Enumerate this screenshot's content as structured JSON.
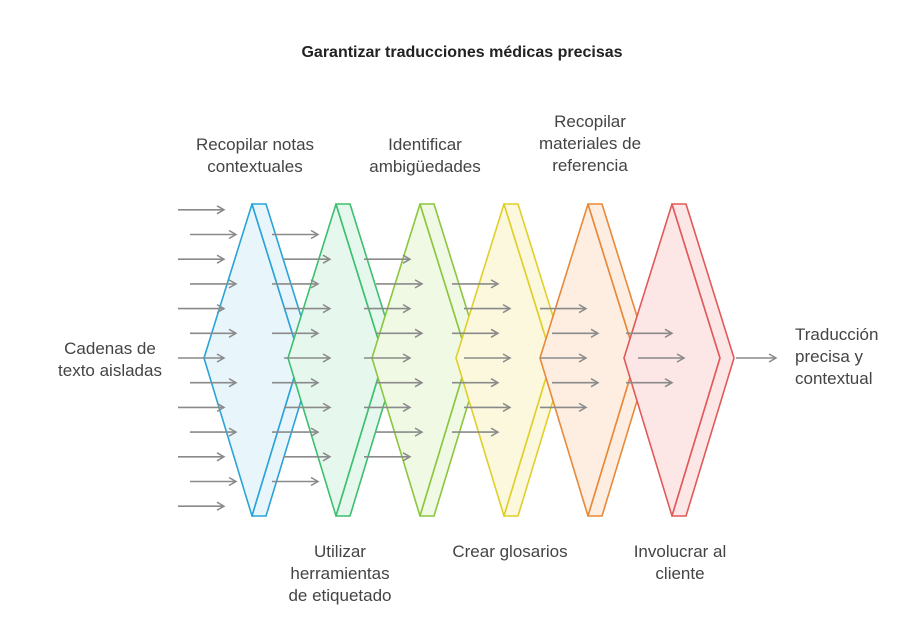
{
  "title": "Garantizar traducciones médicas precisas",
  "input_label": "Cadenas de\ntexto aisladas",
  "output_label": "Traducción\nprecisa y\ncontextual",
  "stages": [
    {
      "label": "Recopilar notas\ncontextuales",
      "position": "top",
      "color": "#2ba3d6",
      "fill": "#e8f6fc"
    },
    {
      "label": "Utilizar\nherramientas\nde etiquetado",
      "position": "bottom",
      "color": "#3cbf6e",
      "fill": "#e6f8ee"
    },
    {
      "label": "Identificar\nambigüedades",
      "position": "top",
      "color": "#8cc63f",
      "fill": "#f0f9e4"
    },
    {
      "label": "Crear glosarios",
      "position": "bottom",
      "color": "#e0cf2a",
      "fill": "#fbf8dd"
    },
    {
      "label": "Recopilar\nmateriales de\nreferencia",
      "position": "top",
      "color": "#e8893a",
      "fill": "#fdeee1"
    },
    {
      "label": "Involucrar al\ncliente",
      "position": "bottom",
      "color": "#e05a5a",
      "fill": "#fde6e6"
    }
  ],
  "arrows_per_column": [
    13,
    11,
    9,
    7,
    5,
    3,
    1
  ],
  "arrow_color": "#8a8a8a"
}
